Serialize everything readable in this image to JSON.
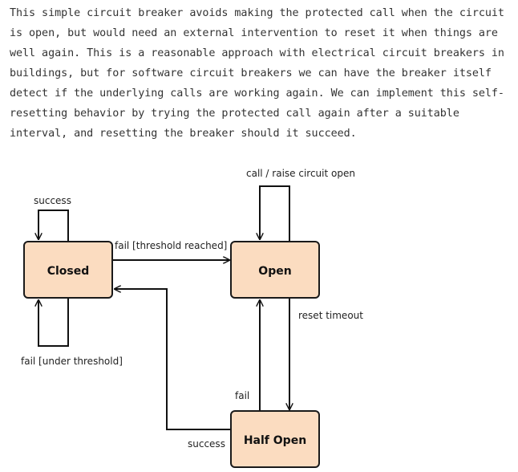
{
  "article": {
    "lines": [
      "This simple circuit breaker avoids making the protected call when the circuit",
      "is open, but would need an external intervention to reset it when things are",
      "well again. This is a reasonable approach with electrical circuit breakers in",
      "buildings, but for software circuit breakers we can have the breaker itself",
      "detect if the underlying calls are working again. We can implement this self-",
      "resetting behavior by trying the protected call again after a suitable",
      "interval, and resetting the breaker should it succeed."
    ]
  },
  "diagram": {
    "colors": {
      "state_fill": "#fbdcc0",
      "stroke": "#111111"
    },
    "states": {
      "closed": "Closed",
      "open": "Open",
      "half_open": "Half Open"
    },
    "transitions": {
      "closed_success": "success",
      "closed_to_open": "fail [threshold reached]",
      "closed_under_threshold": "fail [under threshold]",
      "open_self": "call / raise circuit open",
      "open_to_half_open": "reset timeout",
      "half_open_to_open": "fail",
      "half_open_to_closed": "success"
    }
  }
}
